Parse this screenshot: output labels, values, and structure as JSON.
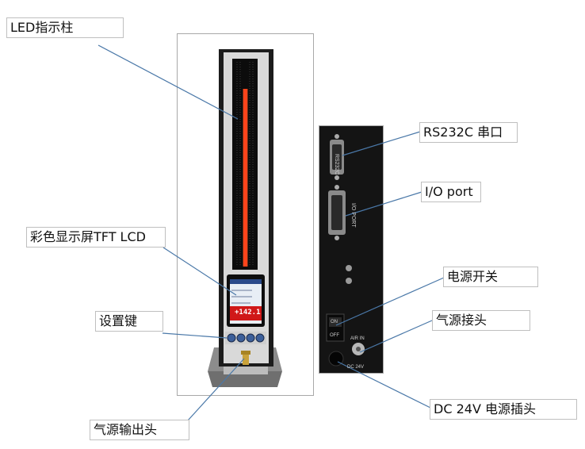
{
  "labels": {
    "led_column": "LED指示柱",
    "tft_lcd": "彩色显示屏TFT LCD",
    "setting_keys": "设置键",
    "air_outlet": "气源输出头",
    "rs232c": "RS232C 串口",
    "io_port": "I/O port",
    "power_switch": "电源开关",
    "air_inlet": "气源接头",
    "dc_power": "DC 24V 电源插头"
  },
  "device_markings": {
    "lcd_value": "+142.1",
    "rs232c_mark": "RS232C",
    "io_mark": "I/O PORT",
    "switch_on": "ON",
    "switch_off": "OFF",
    "air_in_mark": "AIR IN",
    "dc_mark": "DC 24V"
  },
  "colors": {
    "led_bar": "#ff3010",
    "lcd_value_bg": "#d01818",
    "body_dark": "#141414",
    "leader_line": "#4a78a8"
  }
}
